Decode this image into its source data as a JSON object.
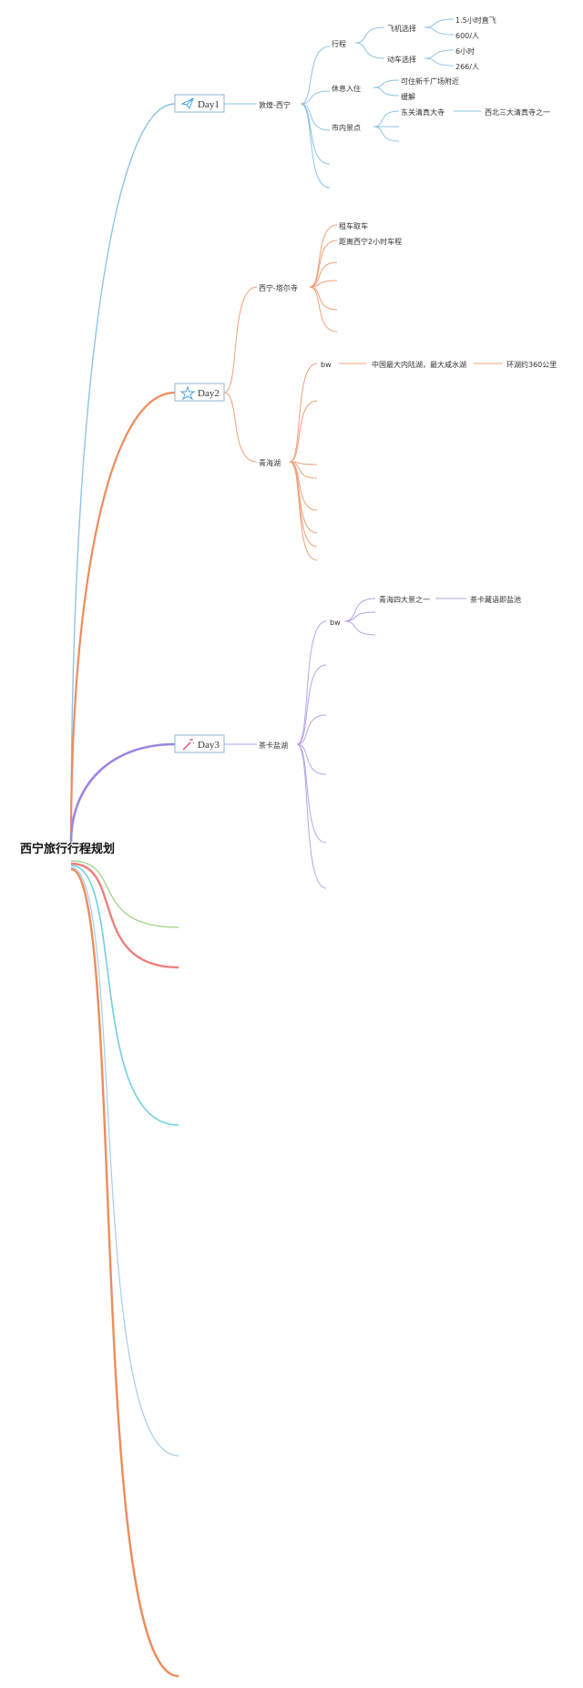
{
  "root": {
    "label": "西宁旅行行程规划"
  },
  "colors": {
    "day1": "#8ec4e6",
    "day2": "#f0a07a",
    "day2_main": "#ee8a5a",
    "day3": "#b5a5e6",
    "day3_main": "#9b87e0",
    "green": "#9ad47f",
    "red": "#ee7f7f",
    "cyan": "#6fd0e0",
    "lightblue": "#a5cdea",
    "orange": "#ef8b5b",
    "node_border": "#8fb4d0",
    "day1_icon": "#4aa3df",
    "day2_icon": "#4aa3df",
    "day3_icon": "#e0506a"
  },
  "days": [
    {
      "label": "Day1",
      "icon": "paper-plane-icon",
      "children": [
        {
          "label": "敦煌-西宁",
          "children": [
            {
              "label": "行程",
              "children": [
                {
                  "label": "飞机选择",
                  "children": [
                    {
                      "label": "1.5小时直飞"
                    },
                    {
                      "label": "600/人"
                    }
                  ]
                },
                {
                  "label": "动车选择",
                  "children": [
                    {
                      "label": "6小时"
                    },
                    {
                      "label": "266/人"
                    }
                  ]
                }
              ]
            },
            {
              "label": "休息入住",
              "children": [
                {
                  "label": "可住新千广场附近"
                },
                {
                  "label": "缓解"
                }
              ]
            },
            {
              "label": "市内景点",
              "children": [
                {
                  "label": "东关清真大寺",
                  "children": [
                    {
                      "label": "西北三大清真寺之一"
                    }
                  ]
                }
              ]
            }
          ]
        }
      ]
    },
    {
      "label": "Day2",
      "icon": "star-icon",
      "children": [
        {
          "label": "西宁-塔尔寺",
          "children": [
            {
              "label": "租车取车"
            },
            {
              "label": "距离西宁2小时车程"
            }
          ]
        },
        {
          "label": "青海湖",
          "children": [
            {
              "label": "bw",
              "children": [
                {
                  "label": "中国最大内陆湖，最大咸水湖",
                  "children": [
                    {
                      "label": "环湖约360公里"
                    }
                  ]
                }
              ]
            }
          ]
        }
      ]
    },
    {
      "label": "Day3",
      "icon": "magic-wand-icon",
      "children": [
        {
          "label": "茶卡盐湖",
          "children": [
            {
              "label": "bw",
              "children": [
                {
                  "label": "青海四大景之一",
                  "children": [
                    {
                      "label": "茶卡藏语即盐池"
                    }
                  ]
                }
              ]
            }
          ]
        }
      ]
    }
  ]
}
